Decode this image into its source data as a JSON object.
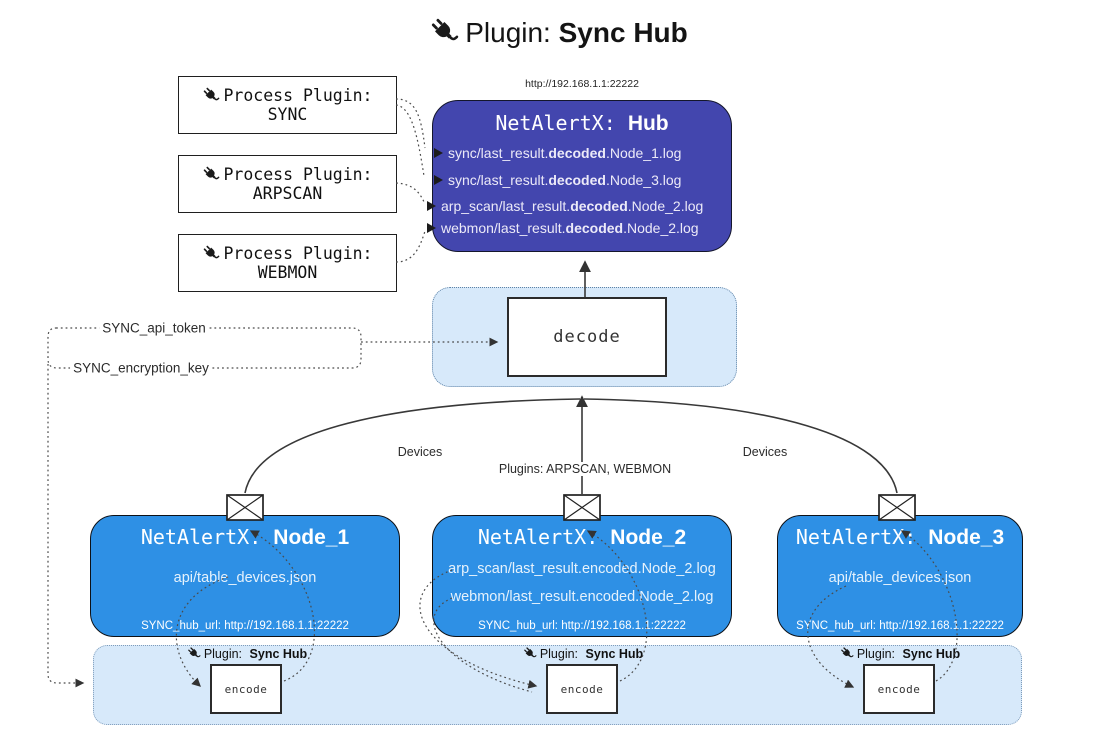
{
  "title": {
    "prefix": "Plugin:",
    "name": "Sync Hub"
  },
  "hub": {
    "url": "http://192.168.1.1:22222",
    "prefix": "NetAlertX:",
    "name": "Hub",
    "logs": [
      {
        "pre": "sync/last_result.",
        "bold": "decoded",
        "post": ".Node_1.log"
      },
      {
        "pre": "sync/last_result.",
        "bold": "decoded",
        "post": ".Node_3.log"
      },
      {
        "pre": "arp_scan/last_result.",
        "bold": "decoded",
        "post": ".Node_2.log"
      },
      {
        "pre": "webmon/last_result.",
        "bold": "decoded",
        "post": ".Node_2.log"
      }
    ]
  },
  "process_plugins": [
    {
      "label": "Process Plugin:",
      "name": "SYNC"
    },
    {
      "label": "Process Plugin:",
      "name": "ARPSCAN"
    },
    {
      "label": "Process Plugin:",
      "name": "WEBMON"
    }
  ],
  "decode": {
    "label": "decode"
  },
  "secrets": {
    "api_token": "SYNC_api_token",
    "encryption_key": "SYNC_encryption_key"
  },
  "edge_labels": {
    "devices_left": "Devices",
    "plugins_center": "Plugins: ARPSCAN, WEBMON",
    "devices_right": "Devices"
  },
  "nodes": [
    {
      "prefix": "NetAlertX:",
      "name": "Node_1",
      "files": [
        "api/table_devices.json"
      ],
      "hub_url": "SYNC_hub_url: http://192.168.1.1:22222"
    },
    {
      "prefix": "NetAlertX:",
      "name": "Node_2",
      "files": [
        "arp_scan/last_result.encoded.Node_2.log",
        "webmon/last_result.encoded.Node_2.log"
      ],
      "hub_url": "SYNC_hub_url: http://192.168.1.1:22222"
    },
    {
      "prefix": "NetAlertX:",
      "name": "Node_3",
      "files": [
        "api/table_devices.json"
      ],
      "hub_url": "SYNC_hub_url: http://192.168.1.1:22222"
    }
  ],
  "encode_plugins": [
    {
      "prefix": "Plugin:",
      "name": "Sync Hub",
      "box_label": "encode"
    },
    {
      "prefix": "Plugin:",
      "name": "Sync Hub",
      "box_label": "encode"
    },
    {
      "prefix": "Plugin:",
      "name": "Sync Hub",
      "box_label": "encode"
    }
  ],
  "colors": {
    "hub_bg": "#4346ae",
    "node_bg": "#2e90e5",
    "panel_bg": "#d7e9fa",
    "line": "#383838"
  }
}
